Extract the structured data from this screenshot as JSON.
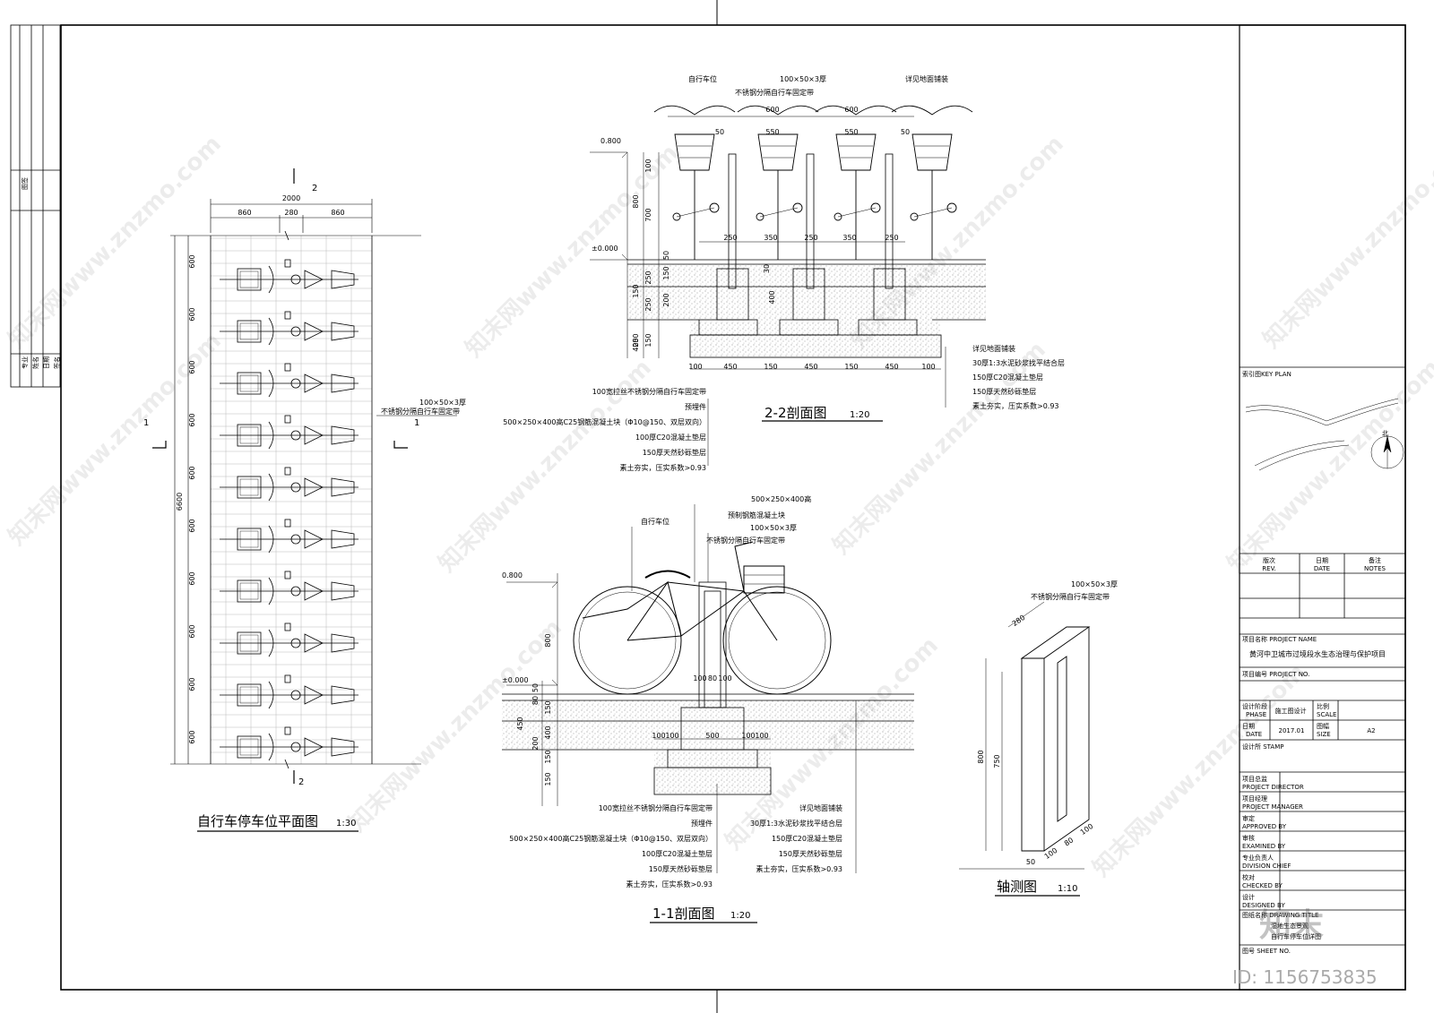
{
  "plan": {
    "title": "自行车停车位平面图",
    "scale": "1:30",
    "dim_total": "2000",
    "dims_top": [
      "860",
      "280",
      "860"
    ],
    "dim_height": "6600",
    "spacing": "600",
    "section_1": "1",
    "section_2": "2",
    "rack_note": [
      "100×50×3厚",
      "不锈钢分隔自行车固定带"
    ]
  },
  "section22": {
    "title": "2-2剖面图",
    "scale": "1:20",
    "top_labels": [
      "自行车位",
      "100×50×3厚",
      "不锈钢分隔自行车固定带",
      "详见地面铺装"
    ],
    "elev_top": "0.800",
    "elev_zero": "±0.000",
    "dims_top": [
      "600",
      "600",
      "50",
      "550",
      "550",
      "50"
    ],
    "dims_mid": [
      "250",
      "350",
      "250",
      "350",
      "250"
    ],
    "dims_left": [
      "100",
      "800",
      "700",
      "50",
      "250",
      "150",
      "200",
      "250",
      "150",
      "150",
      "250",
      "400"
    ],
    "dims_bottom": [
      "100",
      "450",
      "150",
      "450",
      "150",
      "450",
      "100"
    ],
    "inner_dims": [
      "30",
      "400"
    ],
    "notes_left": [
      "100宽拉丝不锈钢分隔自行车固定带",
      "预埋件",
      "500×250×400高C25钢筋混凝土块（Φ10@150、双层双向）",
      "100厚C20混凝土垫层",
      "150厚天然砂砾垫层",
      "素土夯实，压实系数>0.93"
    ],
    "notes_right": [
      "详见地面铺装",
      "30厚1:3水泥砂浆找平结合层",
      "150厚C20混凝土垫层",
      "150厚天然砂砾垫层",
      "素土夯实，压实系数>0.93"
    ]
  },
  "section11": {
    "title": "1-1剖面图",
    "scale": "1:20",
    "top_labels": [
      "自行车位",
      "500×250×400高",
      "预制钢筋混凝土块",
      "100×50×3厚",
      "不锈钢分隔自行车固定带"
    ],
    "elev_top": "0.800",
    "elev_zero": "±0.000",
    "dims_left": [
      "800",
      "50",
      "80",
      "150",
      "400",
      "200",
      "150",
      "150",
      "450"
    ],
    "dims_post": [
      "100",
      "80",
      "100"
    ],
    "dims_bottom": [
      "100",
      "100",
      "500",
      "100",
      "100"
    ],
    "notes_left": [
      "100宽拉丝不锈钢分隔自行车固定带",
      "预埋件",
      "500×250×400高C25钢筋混凝土块（Φ10@150、双层双向）",
      "100厚C20混凝土垫层",
      "150厚天然砂砾垫层",
      "素土夯实，压实系数>0.93"
    ],
    "notes_right": [
      "详见地面铺装",
      "30厚1:3水泥砂浆找平结合层",
      "150厚C20混凝土垫层",
      "150厚天然砂砾垫层",
      "素土夯实，压实系数>0.93"
    ]
  },
  "axon": {
    "title": "轴测图",
    "scale": "1:10",
    "note": [
      "100×50×3厚",
      "不锈钢分隔自行车固定带"
    ],
    "dims": [
      "280",
      "800",
      "750",
      "50",
      "100",
      "80",
      "100"
    ]
  },
  "title_block": {
    "key_plan": "索引图KEY PLAN",
    "north": "北",
    "rev_headers": [
      [
        "版次",
        "REV."
      ],
      [
        "日期",
        "DATE"
      ],
      [
        "备注",
        "NOTES"
      ]
    ],
    "project_name_label": "项目名称 PROJECT NAME",
    "project_name": "黄河中卫城市过境段水生态治理与保护项目",
    "project_no_label": "项目编号 PROJECT NO.",
    "phase_label": [
      "设计阶段",
      "PHASE"
    ],
    "phase_value": "施工图设计",
    "scale_label": [
      "比例",
      "SCALE"
    ],
    "date_label": [
      "日期",
      "DATE"
    ],
    "date_value": "2017.01",
    "size_label": [
      "图幅",
      "SIZE"
    ],
    "size_value": "A2",
    "stamp_label": "设计所 STAMP",
    "roles": [
      [
        "项目总监",
        "PROJECT DIRECTOR"
      ],
      [
        "项目经理",
        "PROJECT MANAGER"
      ],
      [
        "审定",
        "APPROVED BY"
      ],
      [
        "审核",
        "EXAMINED BY"
      ],
      [
        "专业负责人",
        "DIVISION CHIEF"
      ],
      [
        "校对",
        "CHECKED BY"
      ],
      [
        "设计",
        "DESIGNED BY"
      ]
    ],
    "drawing_title_label": "图纸名称 DRAWING TITLE",
    "drawing_title": [
      "湿地生态景观",
      "自行车停车位详图"
    ],
    "sheet_no_label": "图号 SHEET NO."
  },
  "left_strip": [
    "图签",
    "专业",
    "姓名",
    "日期",
    "签名"
  ],
  "watermark": "知末网www.znzmo.com",
  "logo": "知末",
  "id_text": "ID: 1156753835"
}
